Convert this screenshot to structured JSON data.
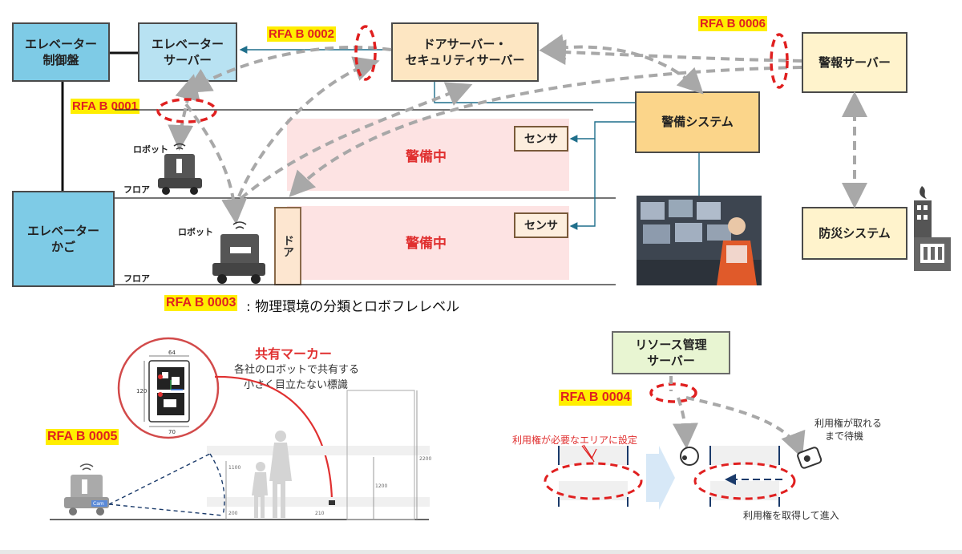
{
  "boxes": {
    "elevator_control": "エレベーター\n制御盤",
    "elevator_server": "エレベーター\nサーバー",
    "door_server": "ドアサーバー・\nセキュリティサーバー",
    "alarm_server": "警報サーバー",
    "security_system": "警備システム",
    "disaster_system": "防災システム",
    "elevator_car": "エレベーター\nかご",
    "resource_server": "リソース管理\nサーバー"
  },
  "sensor_label": "センサ",
  "door_label": "ドア",
  "zone_label": "警備中",
  "robot_label": "ロボット",
  "floor_label": "フロア",
  "rfa": {
    "b0001": "RFA B 0001",
    "b0002": "RFA B 0002",
    "b0003": "RFA B 0003",
    "b0004": "RFA B 0004",
    "b0005": "RFA B 0005",
    "b0006": "RFA B 0006"
  },
  "caption_b0003": ": 物理環境の分類とロボフレレベル",
  "marker": {
    "title": "共有マーカー",
    "line1": "各社のロボットで共有する",
    "line2": "小さく目立たない標識",
    "dim_w_top": "64",
    "dim_w_bottom": "70",
    "dim_h": "120"
  },
  "cam_label": "Cam",
  "height_dims": [
    "1100",
    "200",
    "1200",
    "210",
    "2200"
  ],
  "resource": {
    "area_label": "利用権が必要なエリアに設定",
    "wait_label_1": "利用権が取れる",
    "wait_label_2": "まで待機",
    "enter_label": "利用権を取得して進入"
  },
  "colors": {
    "rfa_highlight": "#ffee00",
    "rfa_text": "#e02020",
    "dashed_arrow": "#a8a8a8",
    "solid_connector": "#1f6f8b",
    "warning_red": "#e03030"
  }
}
